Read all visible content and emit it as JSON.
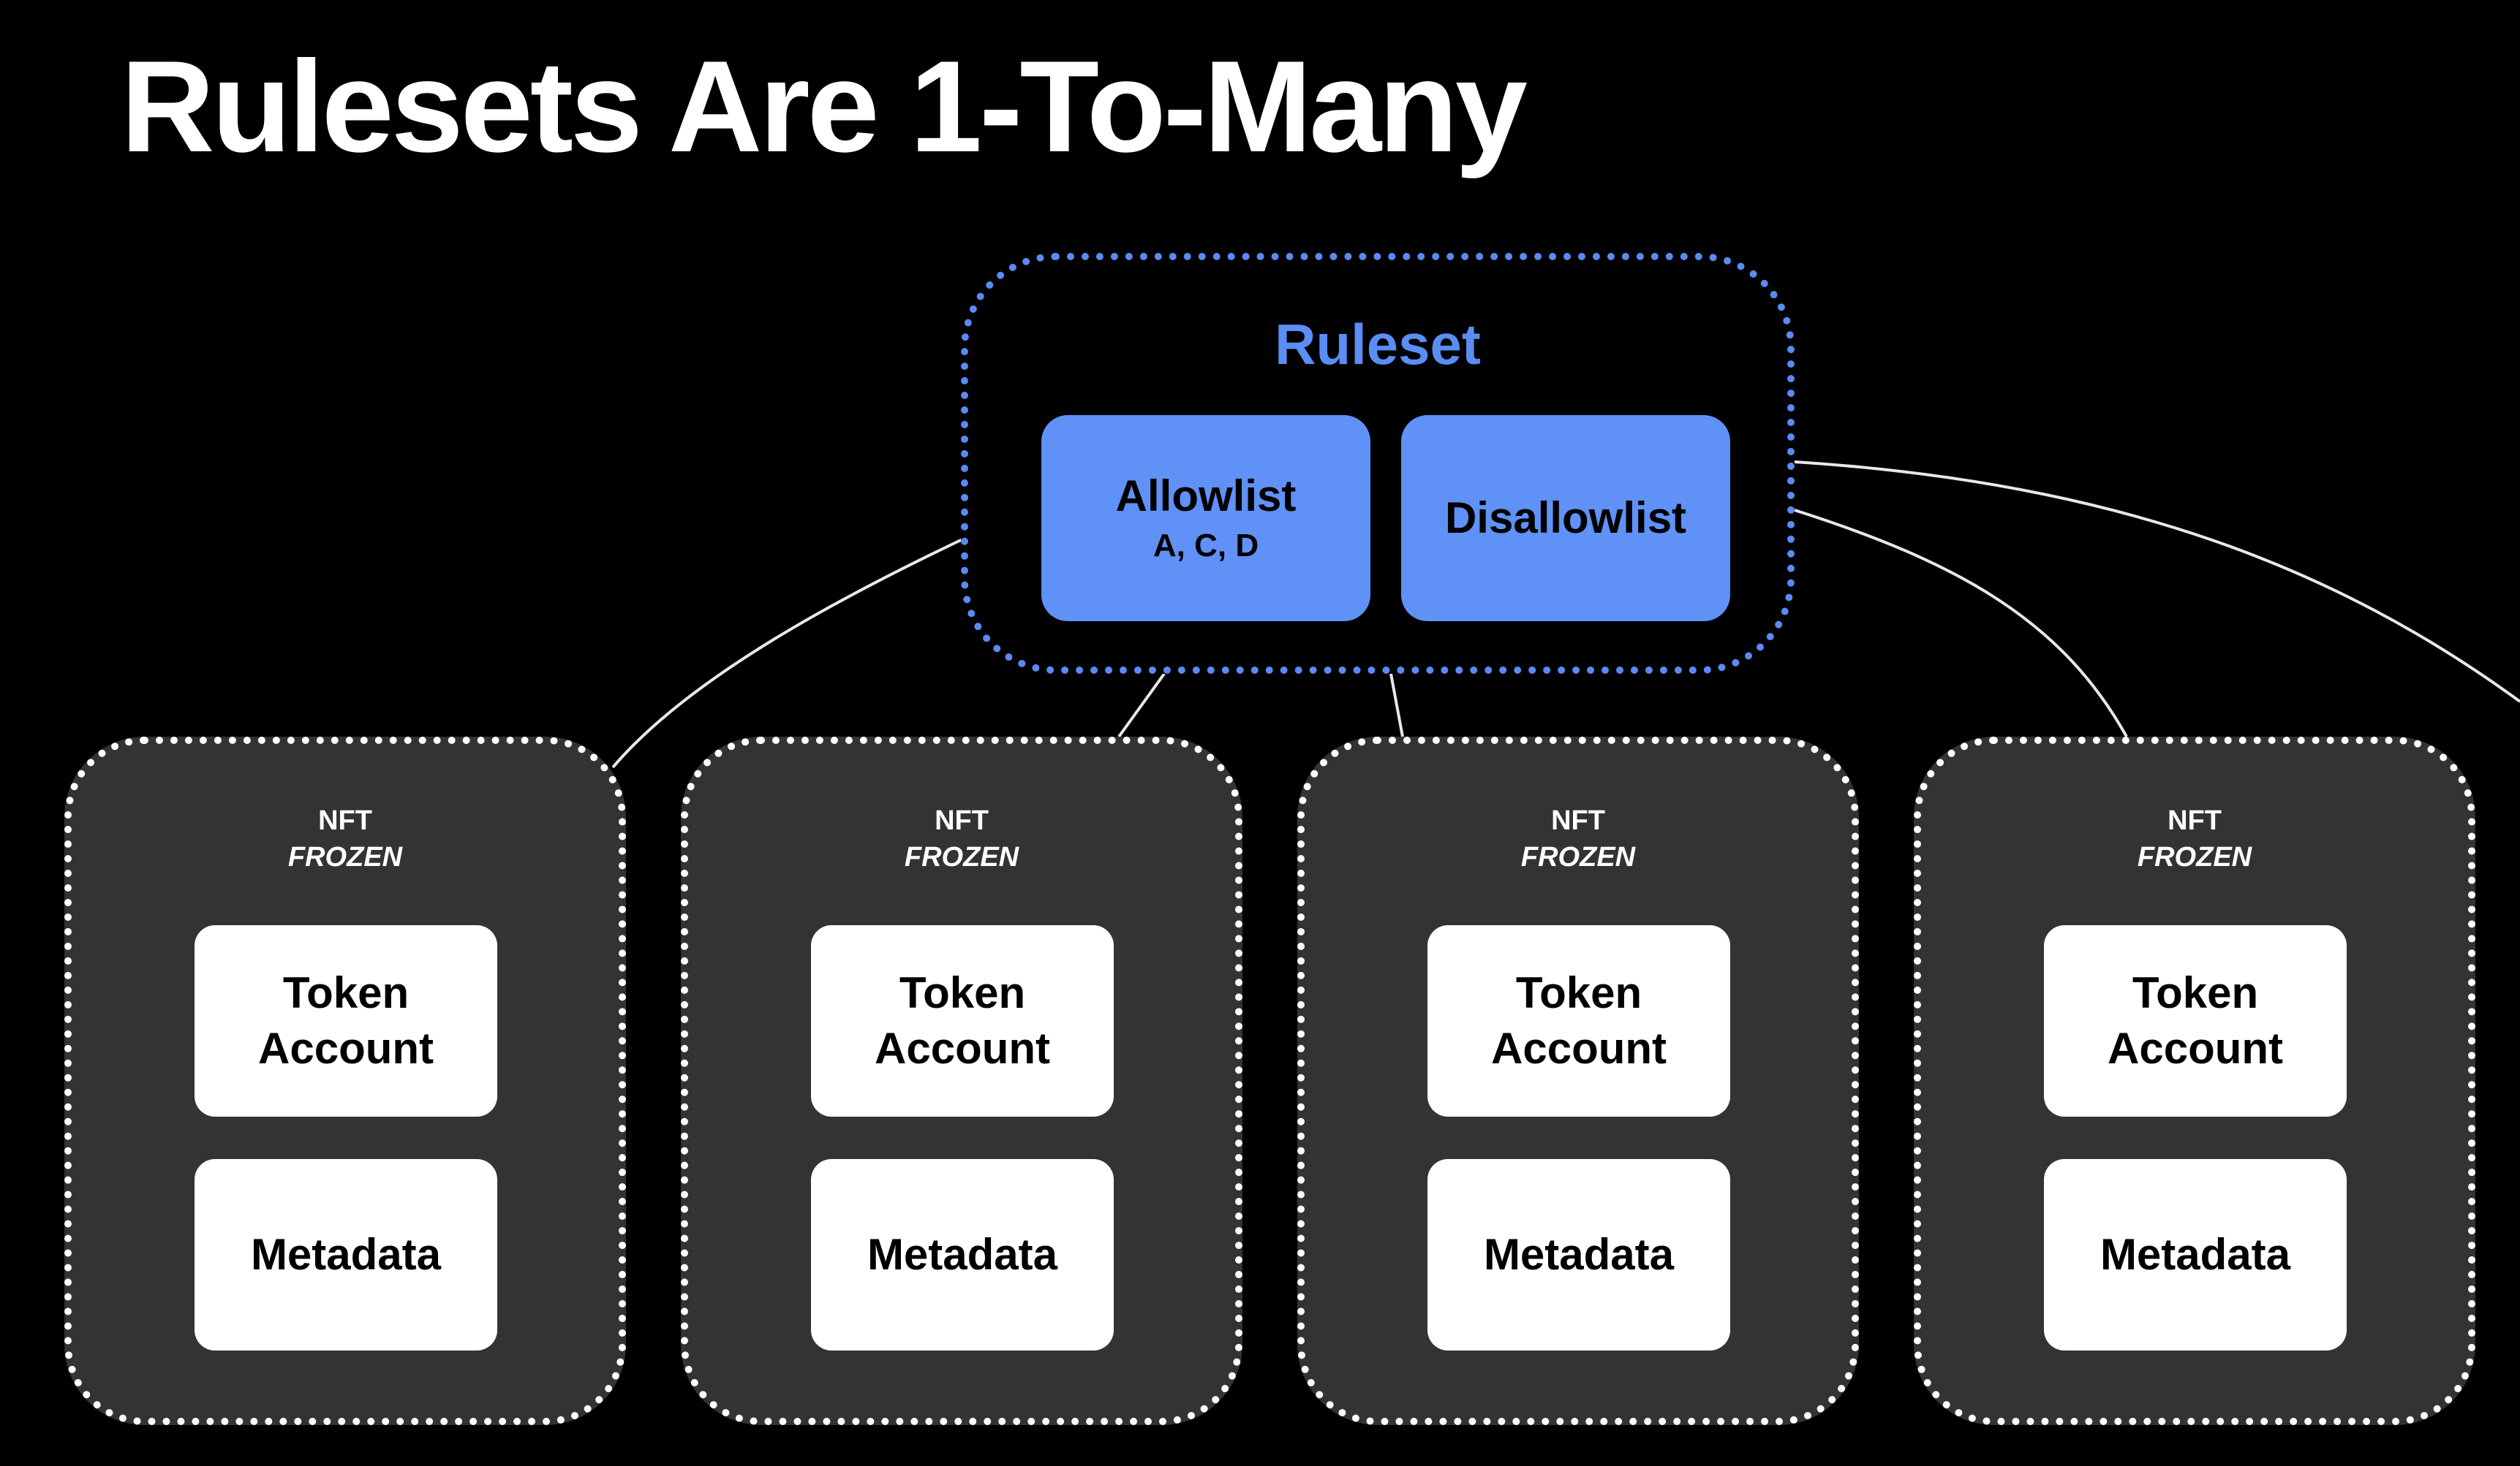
{
  "title": "Rulesets Are 1-To-Many",
  "ruleset": {
    "title": "Ruleset",
    "allowlist": {
      "label": "Allowlist",
      "entries": "A, C, D"
    },
    "disallowlist": {
      "label": "Disallowlist"
    }
  },
  "nfts": [
    {
      "label": "NFT",
      "status": "FROZEN",
      "token_account": "Token\nAccount",
      "metadata": "Metadata"
    },
    {
      "label": "NFT",
      "status": "FROZEN",
      "token_account": "Token\nAccount",
      "metadata": "Metadata"
    },
    {
      "label": "NFT",
      "status": "FROZEN",
      "token_account": "Token\nAccount",
      "metadata": "Metadata"
    },
    {
      "label": "NFT",
      "status": "FROZEN",
      "token_account": "Token\nAccount",
      "metadata": "Metadata"
    }
  ],
  "colors": {
    "background": "#000000",
    "ruleset_accent": "#5a8ef5",
    "list_fill": "#5f91f6",
    "nft_card_fill": "#333333",
    "inner_box_fill": "#ffffff"
  }
}
